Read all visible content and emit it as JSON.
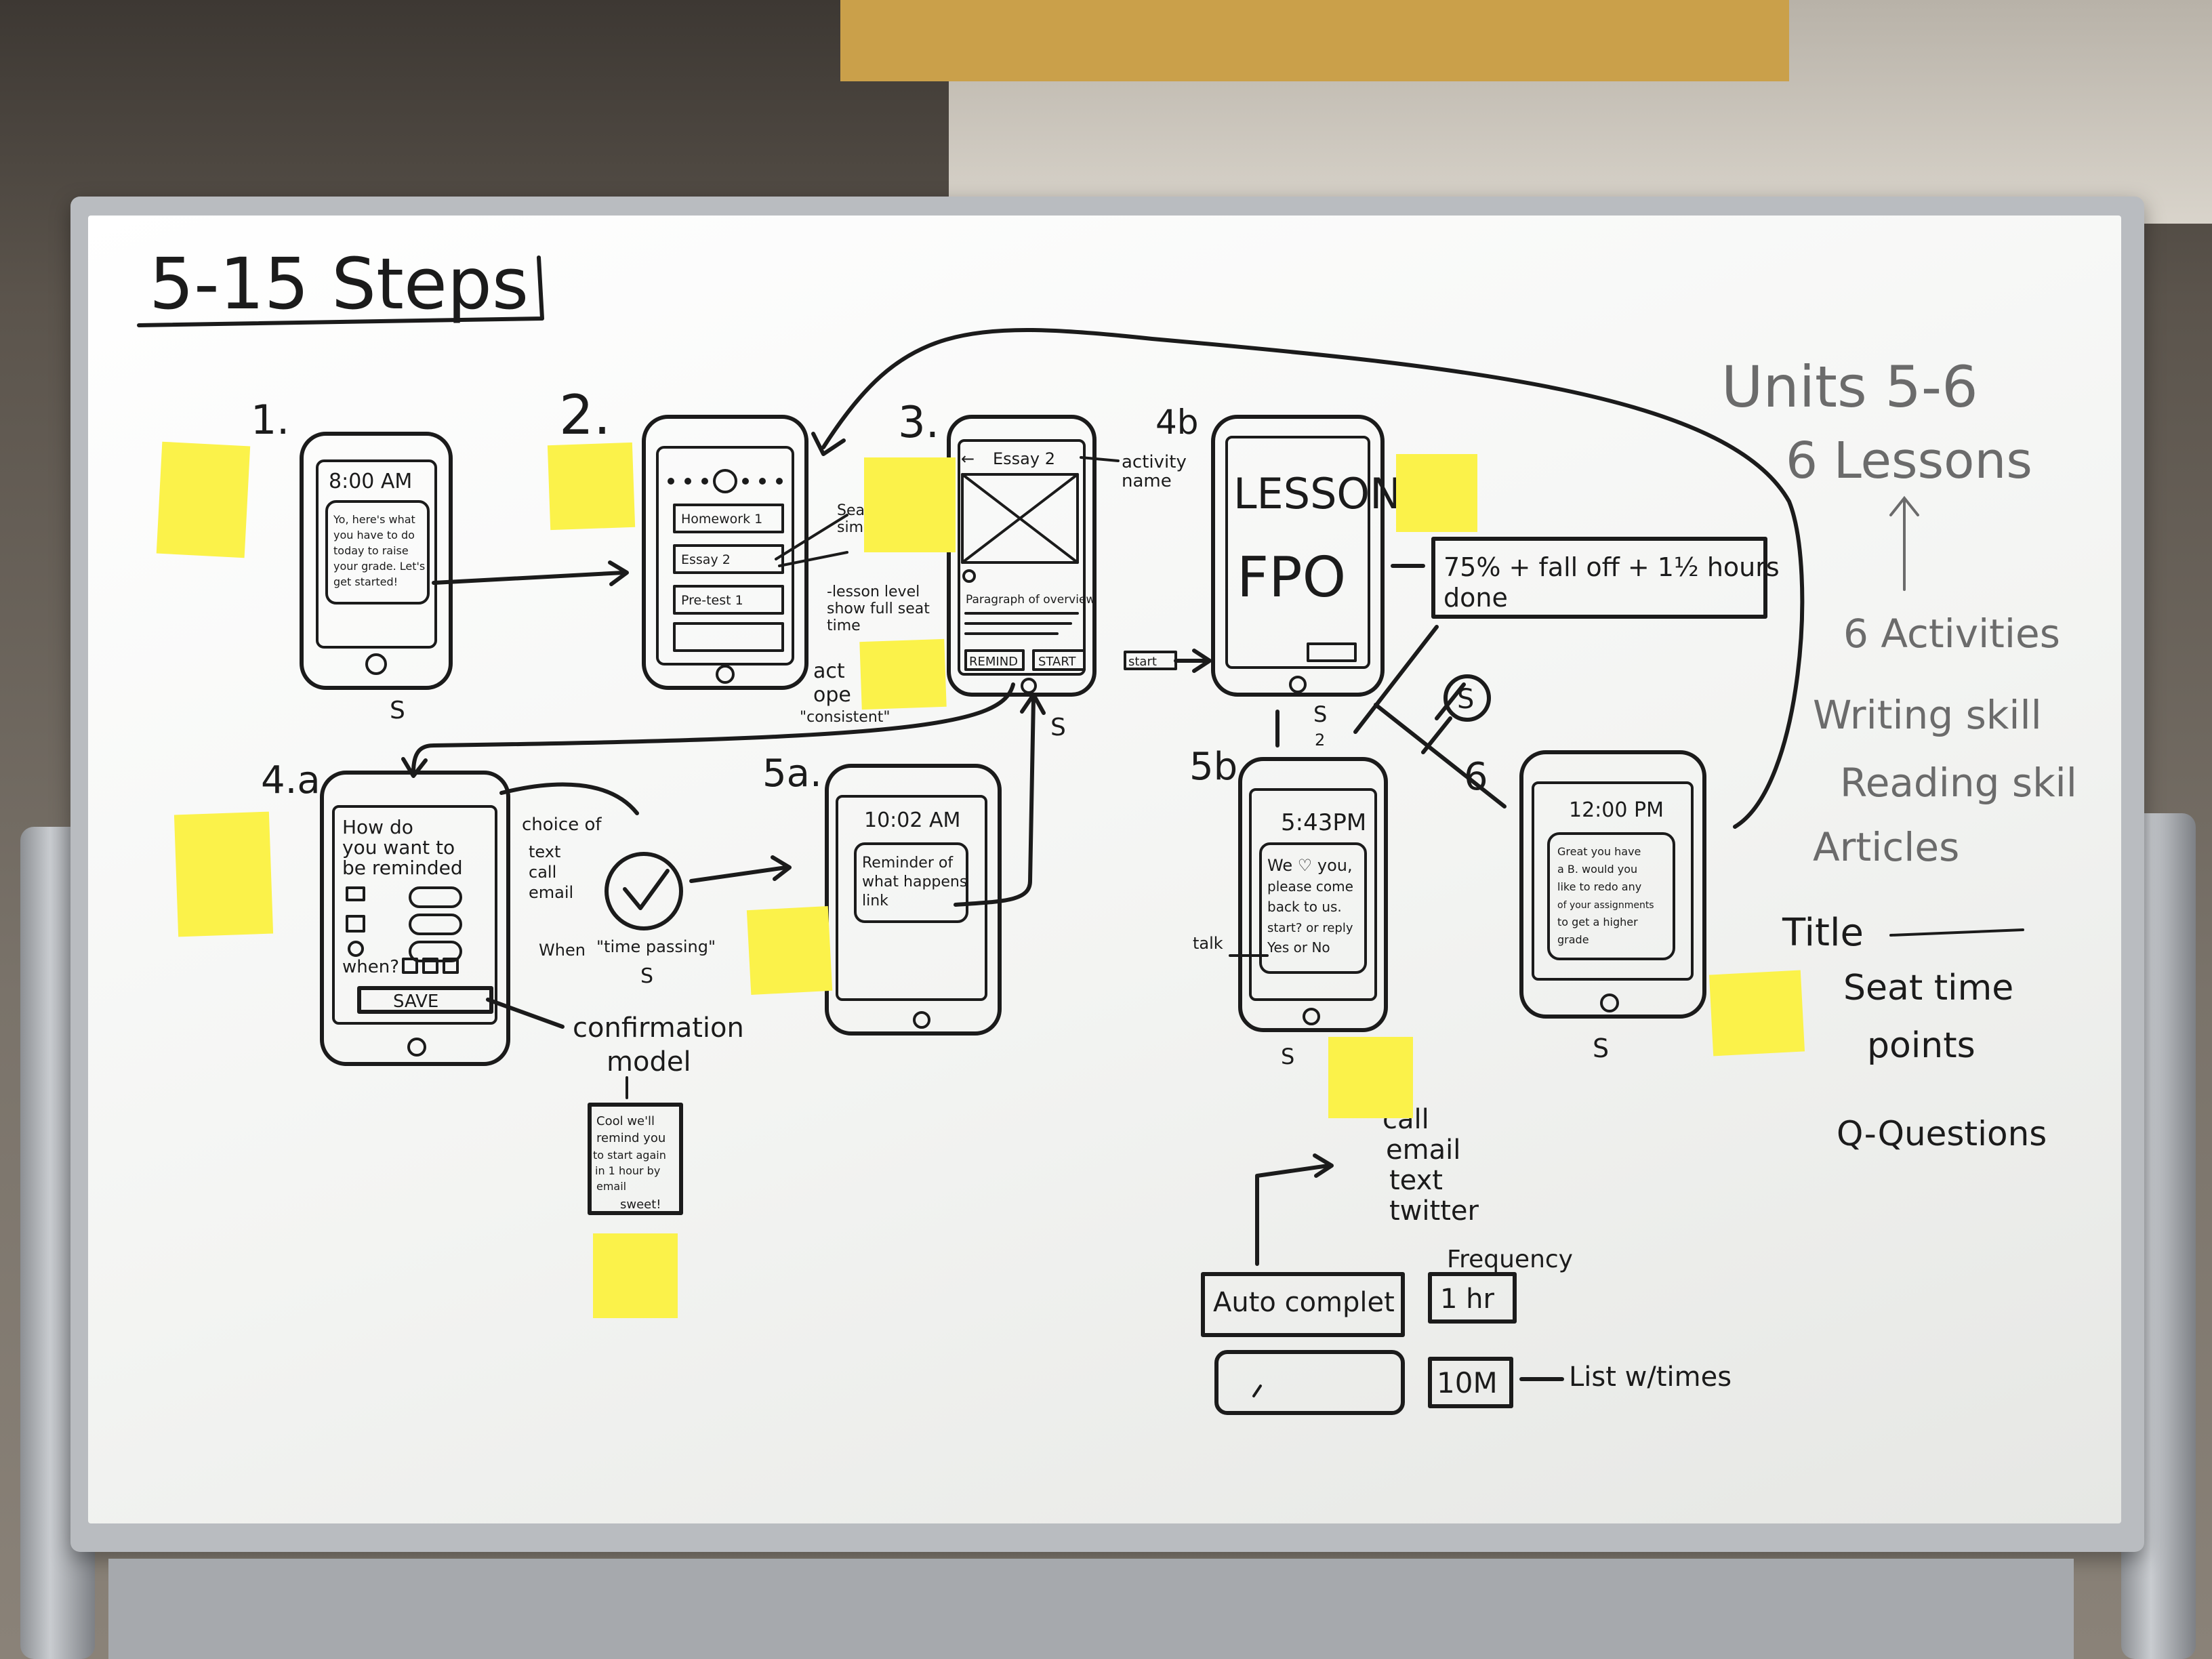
{
  "board": {
    "title": "5-15 Steps",
    "units": "Units 5-6",
    "lessons": "6 Lessons",
    "activities": "6 Activities",
    "writing": "Writing skill",
    "reading": "Reading skil",
    "articles": "Articles",
    "fields": [
      "Title",
      "Seat time",
      "points",
      "Q-Questions"
    ]
  },
  "steps": {
    "s1": {
      "number": "1.",
      "time": "8:00 AM",
      "message_lines": [
        "Yo, here's what",
        "you have to do",
        "today to raise",
        "your grade. Let's",
        "get started!"
      ],
      "tag": "S"
    },
    "s2": {
      "number": "2.",
      "rows": [
        "Homework 1",
        "Essay 2",
        "Pre-test 1"
      ],
      "notes": [
        "Sea",
        "simp",
        "-lesson level",
        "show full seat",
        "time",
        "act",
        "ope",
        "\"consistent\""
      ]
    },
    "s3": {
      "number": "3.",
      "header": "Essay 2",
      "activity_label": "activity",
      "name_label": "name",
      "paragraph": "Paragraph of overview",
      "remind": "REMIND",
      "start": "START",
      "start_arrow": "start",
      "tag": "S"
    },
    "s4b": {
      "number": "4b",
      "lesson": "LESSON",
      "fpo": "FPO",
      "stat": "75% + fall off + 1½ hours",
      "stat2": "done",
      "tag": "S",
      "tag2": "2"
    },
    "s4a": {
      "number": "4.a",
      "heading_lines": [
        "How do",
        "you want to",
        "be reminded"
      ],
      "when": "when?",
      "save": "SAVE",
      "choice_label": "choice of",
      "choices": [
        "text",
        "call",
        "email"
      ],
      "when_word": "When",
      "time_passing": "\"time passing\"",
      "tag": "S",
      "confirmation": "confirmation",
      "modal": "model",
      "modal_lines": [
        "Cool we'll",
        "remind you",
        "to start again",
        "in 1 hour by",
        "email"
      ],
      "modal_button": "sweet!"
    },
    "s5a": {
      "number": "5a.",
      "time": "10:02 AM",
      "message_lines": [
        "Reminder of",
        "what happens",
        "link"
      ]
    },
    "s5b": {
      "number": "5b",
      "time": "5:43PM",
      "message_lines": [
        "We ♡ you,",
        "please come",
        "back to us.",
        "start? or reply",
        "Yes or No"
      ],
      "talk": "talk",
      "tag": "S",
      "circle_s": "S"
    },
    "s6": {
      "number": "6",
      "time": "12:00 PM",
      "message_lines": [
        "Great you have",
        "a B. would you",
        "like to redo any",
        "of your assignments",
        "to get a higher",
        "grade"
      ],
      "tag": "S"
    }
  },
  "bottom": {
    "channels": [
      "call",
      "email",
      "text",
      "twitter"
    ],
    "auto": "Auto complet",
    "frequency": "Frequency",
    "freq_value": "1 hr",
    "ten_min": "10M",
    "list": "List w/times"
  }
}
